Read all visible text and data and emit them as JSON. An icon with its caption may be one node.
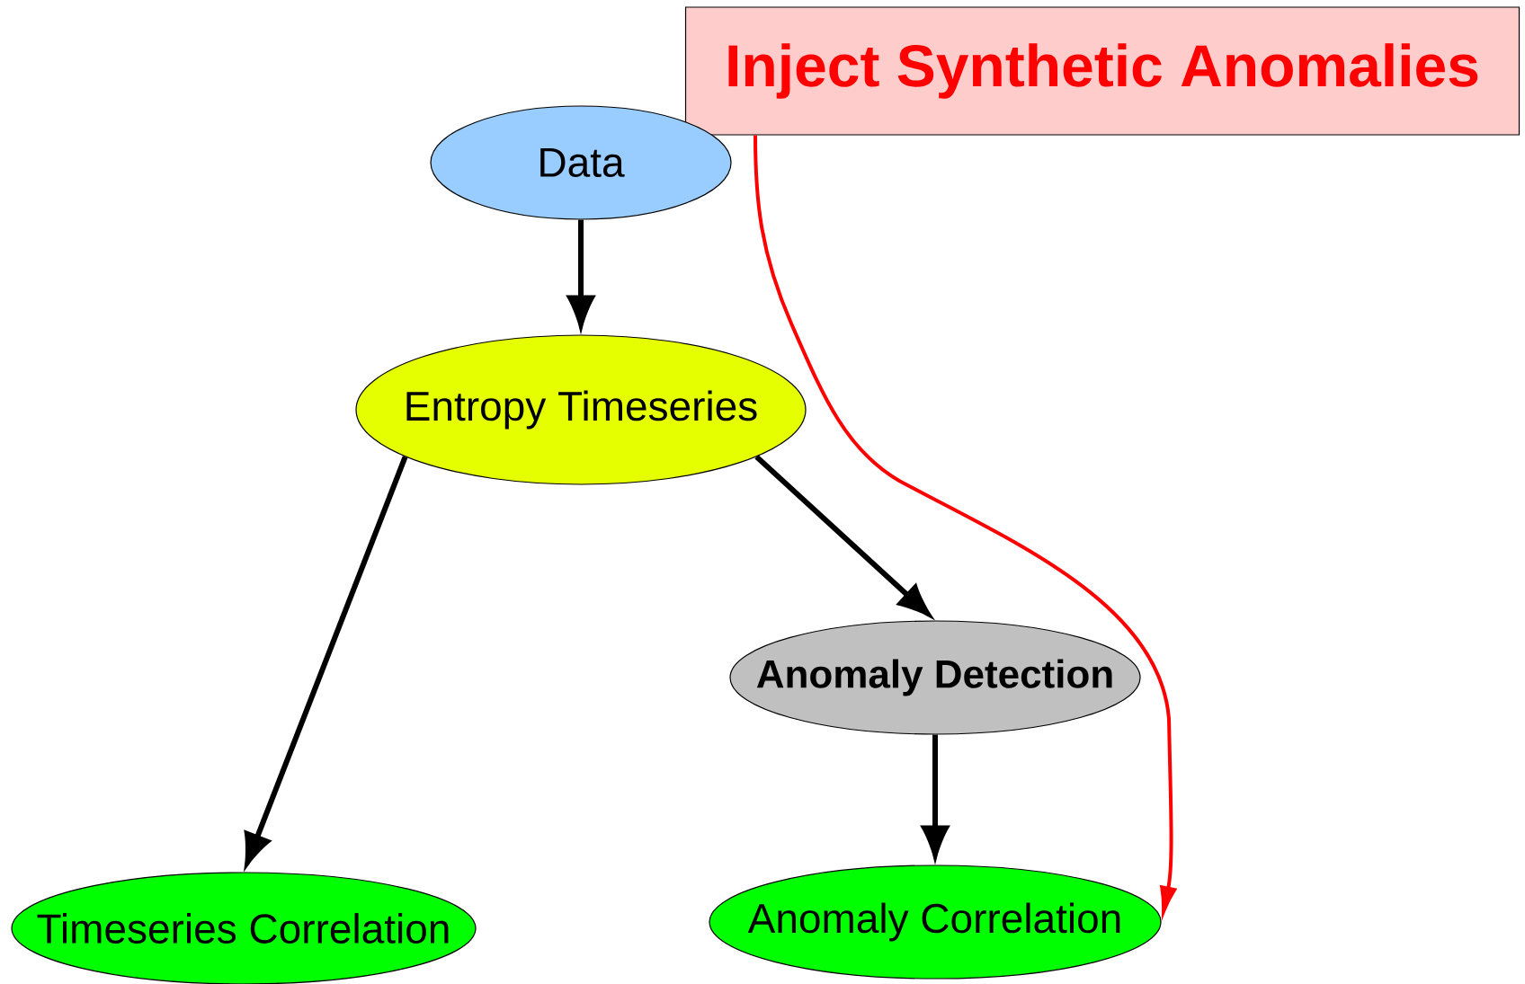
{
  "diagram": {
    "nodes": [
      {
        "text": [
          "Inject Synthetic Anomalies"
        ]
      },
      {
        "text": [
          "Data"
        ]
      },
      {
        "text": [
          "Entropy Timeseries"
        ]
      },
      {
        "text": [
          "Anomaly Detection"
        ]
      },
      {
        "text": [
          "Timeseries Correlation"
        ]
      },
      {
        "text": [
          "Anomaly Correlation"
        ]
      }
    ],
    "edges": [
      {
        "from": 1,
        "to": 2,
        "arrow": "to"
      },
      {
        "from": 2,
        "to": 4,
        "arrow": "to"
      },
      {
        "from": 2,
        "to": 3,
        "arrow": "to"
      },
      {
        "from": 3,
        "to": 5,
        "arrow": "to"
      },
      {
        "from": 0,
        "to": 5,
        "arrow": "to",
        "color": "#ff0000"
      }
    ]
  }
}
